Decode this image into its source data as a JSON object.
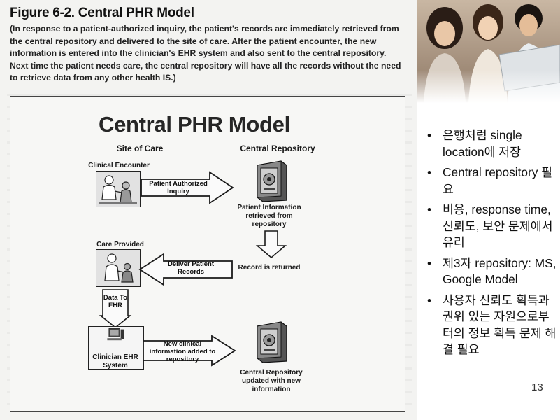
{
  "figure": {
    "title": "Figure 6-2. Central PHR Model",
    "caption": "(In response to a patient-authorized inquiry, the patient's records are immediately retrieved from the central repository and delivered to the site of care. After the patient encounter, the new information is entered into the clinician's EHR system and also sent to the central repository. Next time the patient needs care, the central repository will have all the records without the need to retrieve data from any other health IS.)"
  },
  "diagram": {
    "title": "Central PHR Model",
    "site_of_care": "Site of Care",
    "central_repository": "Central Repository",
    "clinical_encounter": "Clinical Encounter",
    "patient_authorized_inquiry": "Patient Authorized Inquiry",
    "patient_information_retrieved": "Patient Information retrieved from repository",
    "record_is_returned": "Record is returned",
    "care_provided": "Care Provided",
    "deliver_patient_records": "Deliver Patient Records",
    "data_to_ehr": "Data To EHR",
    "clinician_ehr_system": "Clinician EHR System",
    "new_clinical_information": "New clinical information added to repository",
    "central_repository_updated": "Central Repository updated with new information"
  },
  "bullets": [
    "은행처럼 single location에 저장",
    "Central repository 필요",
    "비용, response time, 신뢰도, 보안 문제에서 유리",
    "제3자 repository: MS, Google Model",
    "사용자 신뢰도 획득과 권위 있는 자원으로부터의 정보 획득 문제 해결 필요"
  ],
  "bullet_symbol": "•",
  "page_number": "13"
}
